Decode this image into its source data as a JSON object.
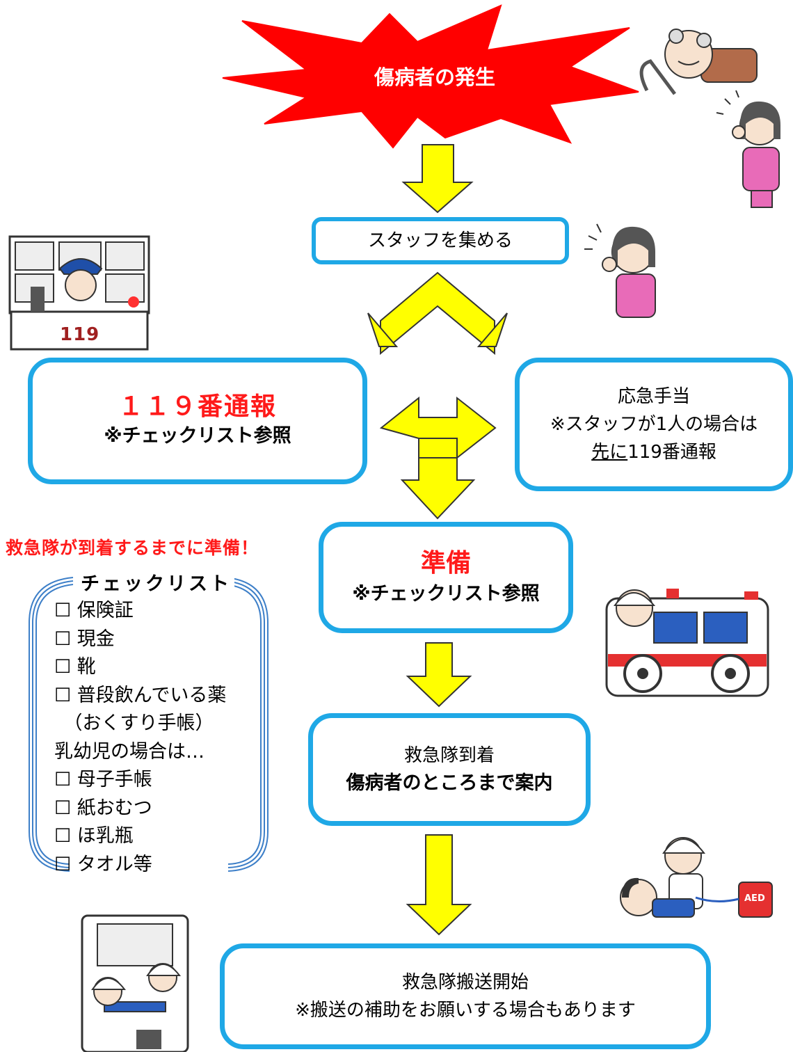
{
  "burst": {
    "label": "傷病者の発生",
    "color": "#ff0000"
  },
  "step_gather": {
    "label": "スタッフを集める"
  },
  "step_call": {
    "title": "１１９番通報",
    "note": "※チェックリスト参照"
  },
  "step_first_aid": {
    "title": "応急手当",
    "note": "※スタッフが1人の場合は",
    "note2_underlined": "先に",
    "note2_rest": "119番通報"
  },
  "warning": "救急隊が到着するまでに準備！",
  "checklist": {
    "title": "チェックリスト",
    "items": [
      "☐ 保険証",
      "☐ 現金",
      "☐ 靴",
      "☐ 普段飲んでいる薬",
      "　（おくすり手帳）",
      "乳幼児の場合は…",
      "☐ 母子手帳",
      "☐ 紙おむつ",
      "☐ ほ乳瓶",
      "☐ タオル等"
    ]
  },
  "step_prepare": {
    "title": "準備",
    "note": "※チェックリスト参照"
  },
  "step_arrival": {
    "title": "救急隊到着",
    "note": "傷病者のところまで案内"
  },
  "step_transport": {
    "title": "救急隊搬送開始",
    "note": "※搬送の補助をお願いする場合もあります"
  },
  "illustrations": {
    "dispatcher_panel": "119",
    "aed_label": "AED"
  },
  "colors": {
    "box_border": "#1fa8e6",
    "arrow_fill": "#ffff00",
    "accent_red": "#ff1a1a"
  }
}
